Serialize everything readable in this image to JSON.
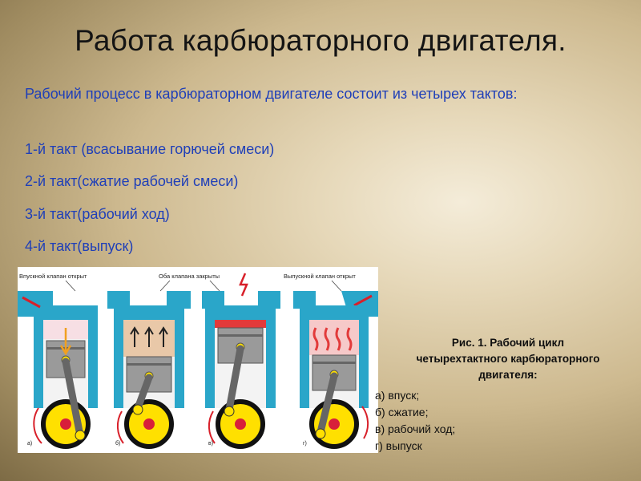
{
  "slide": {
    "title": "Работа карбюраторного двигателя.",
    "intro": "Рабочий процесс в карбюраторном двигателе состоит из четырех тактов:",
    "steps": [
      "1-й такт (всасывание горючей смеси)",
      "2-й такт(сжатие рабочей смеси)",
      "3-й такт(рабочий ход)",
      "4-й такт(выпуск)"
    ]
  },
  "figure": {
    "labels": {
      "intake_open": "Впускной клапан открыт",
      "both_closed": "Оба клапана закрыты",
      "exhaust_open": "Выпускной клапан открыт"
    },
    "panel_letters": [
      "а)",
      "б)",
      "в)",
      "г)"
    ],
    "colors": {
      "cylinder_wall": "#2aa6c9",
      "piston": "#9a9a9a",
      "flywheel": "#ffe000",
      "hub": "#d81f3a",
      "arrow": "#d8202a",
      "burning_gas": "#e23a3a"
    }
  },
  "caption": {
    "title_lines": [
      "Рис. 1. Рабочий цикл",
      "четырехтактного карбюраторного",
      "двигателя:"
    ],
    "items": [
      "а) впуск;",
      "б) сжатие;",
      "в) рабочий ход;",
      "г) выпуск"
    ]
  }
}
